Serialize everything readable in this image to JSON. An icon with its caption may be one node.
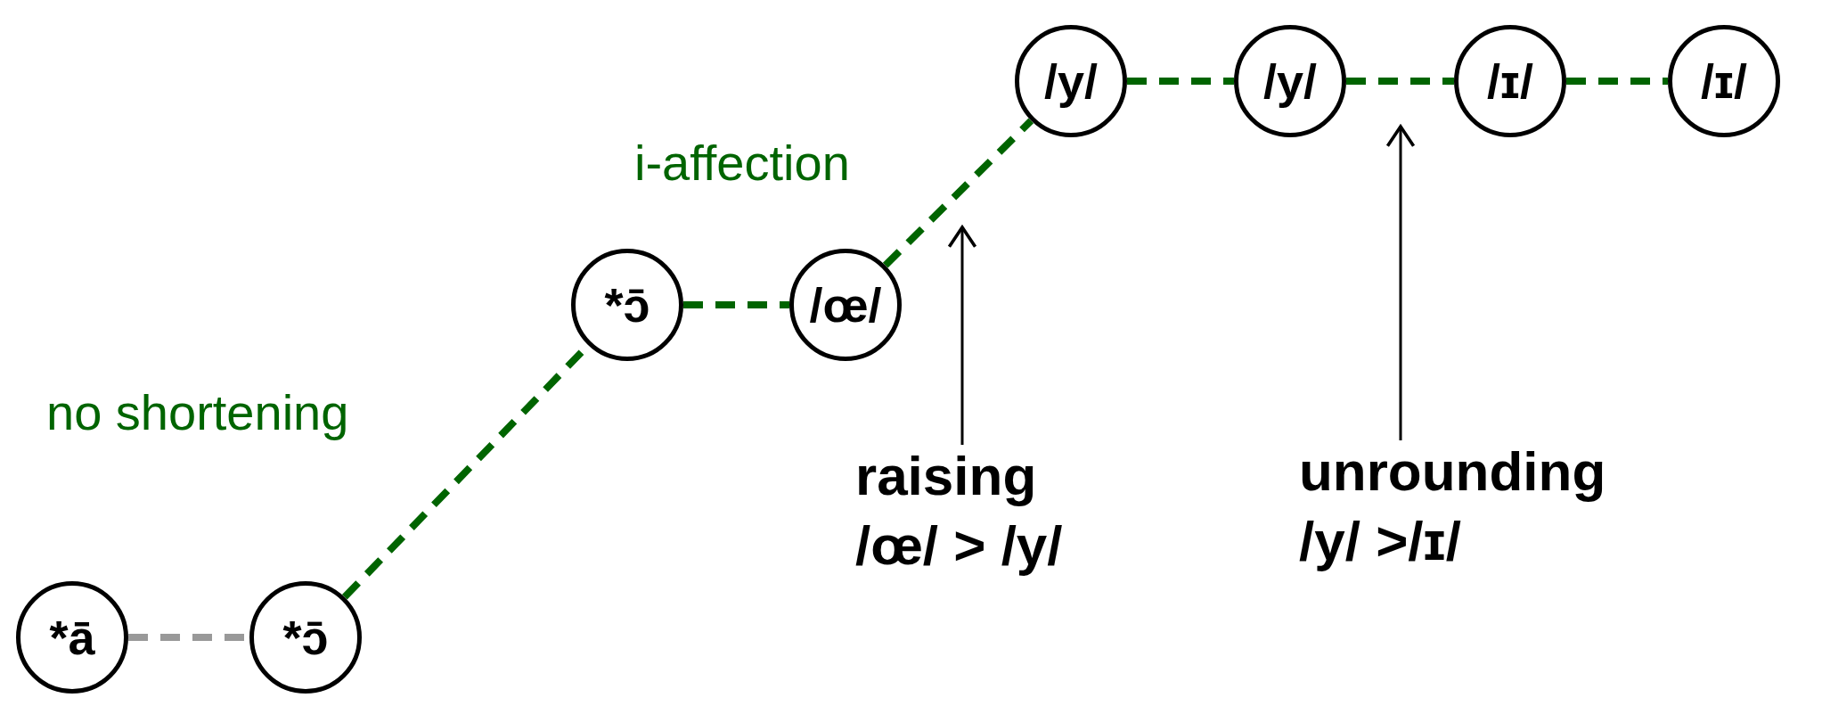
{
  "diagram": {
    "nodes": [
      {
        "text": [
          "*ā"
        ]
      },
      {
        "text": [
          "*ɔ̄"
        ]
      },
      {
        "text": [
          "*ɔ̄"
        ]
      },
      {
        "text": [
          "/œ/"
        ]
      },
      {
        "text": [
          "/y/"
        ]
      },
      {
        "text": [
          "/y/"
        ]
      },
      {
        "text": [
          "/ɪ/"
        ]
      },
      {
        "text": [
          "/ɪ/"
        ]
      },
      {
        "text": [
          "raising",
          "/œ/ > /y/"
        ]
      },
      {
        "text": [
          "unrounding",
          "/y/ >/ɪ/"
        ]
      }
    ],
    "edges": [
      {
        "from": 0,
        "to": 1,
        "arrow": "none",
        "style": "dashed",
        "color": "#999999"
      },
      {
        "from": 1,
        "to": 2,
        "arrow": "none",
        "style": "dashed",
        "label": "no shortening"
      },
      {
        "from": 2,
        "to": 3,
        "arrow": "none",
        "style": "dashed"
      },
      {
        "from": 3,
        "to": 4,
        "arrow": "none",
        "style": "dashed",
        "label": "i-affection"
      },
      {
        "from": 4,
        "to": 5,
        "arrow": "none",
        "style": "dashed"
      },
      {
        "from": 5,
        "to": 6,
        "arrow": "none",
        "style": "dashed"
      },
      {
        "from": 6,
        "to": 7,
        "arrow": "none",
        "style": "dashed"
      },
      {
        "from": 8,
        "to": null,
        "arrow": "to",
        "color": "#000000"
      },
      {
        "from": 9,
        "to": null,
        "arrow": "to",
        "color": "#000000"
      }
    ]
  }
}
